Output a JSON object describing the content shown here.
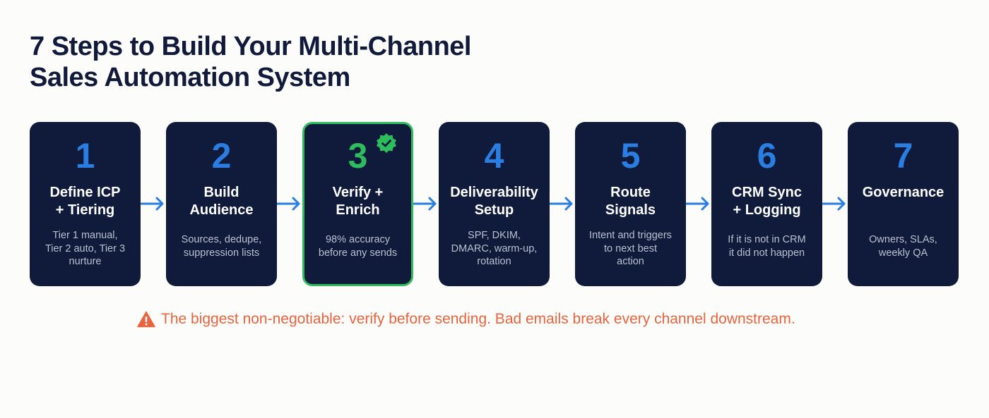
{
  "title": {
    "line1": "7 Steps to Build Your Multi-Channel",
    "line2": "Sales Automation System"
  },
  "steps": [
    {
      "number": "1",
      "title_line1": "Define ICP",
      "title_line2": "+ Tiering",
      "desc_line1": "Tier 1 manual,",
      "desc_line2": "Tier 2 auto, Tier 3",
      "desc_line3": "nurture"
    },
    {
      "number": "2",
      "title_line1": "Build",
      "title_line2": "Audience",
      "desc_line1": "Sources, dedupe,",
      "desc_line2": "suppression lists"
    },
    {
      "number": "3",
      "title_line1": "Verify +",
      "title_line2": "Enrich",
      "desc_line1": "98% accuracy",
      "desc_line2": "before any sends",
      "highlighted": true,
      "badge": "verified-check-badge"
    },
    {
      "number": "4",
      "title_line1": "Deliverability",
      "title_line2": "Setup",
      "desc_line1": "SPF, DKIM,",
      "desc_line2": "DMARC, warm-up,",
      "desc_line3": "rotation"
    },
    {
      "number": "5",
      "title_line1": "Route",
      "title_line2": "Signals",
      "desc_line1": "Intent and triggers",
      "desc_line2": "to next best",
      "desc_line3": "action"
    },
    {
      "number": "6",
      "title_line1": "CRM Sync",
      "title_line2": "+ Logging",
      "desc_line1": "If it is not in CRM",
      "desc_line2": "it did not happen"
    },
    {
      "number": "7",
      "title_line1": "Governance",
      "desc_line1": "Owners, SLAs,",
      "desc_line2": "weekly QA"
    }
  ],
  "warning": {
    "icon": "warning-triangle-icon",
    "text": "The biggest non-negotiable: verify before sending. Bad emails break every channel downstream."
  },
  "colors": {
    "card_bg": "#101a3b",
    "number_blue": "#2a7de1",
    "highlight_green": "#2ebd5c",
    "arrow_blue": "#2a7de1",
    "warning_orange": "#e8643f",
    "title_navy": "#111a3a"
  }
}
